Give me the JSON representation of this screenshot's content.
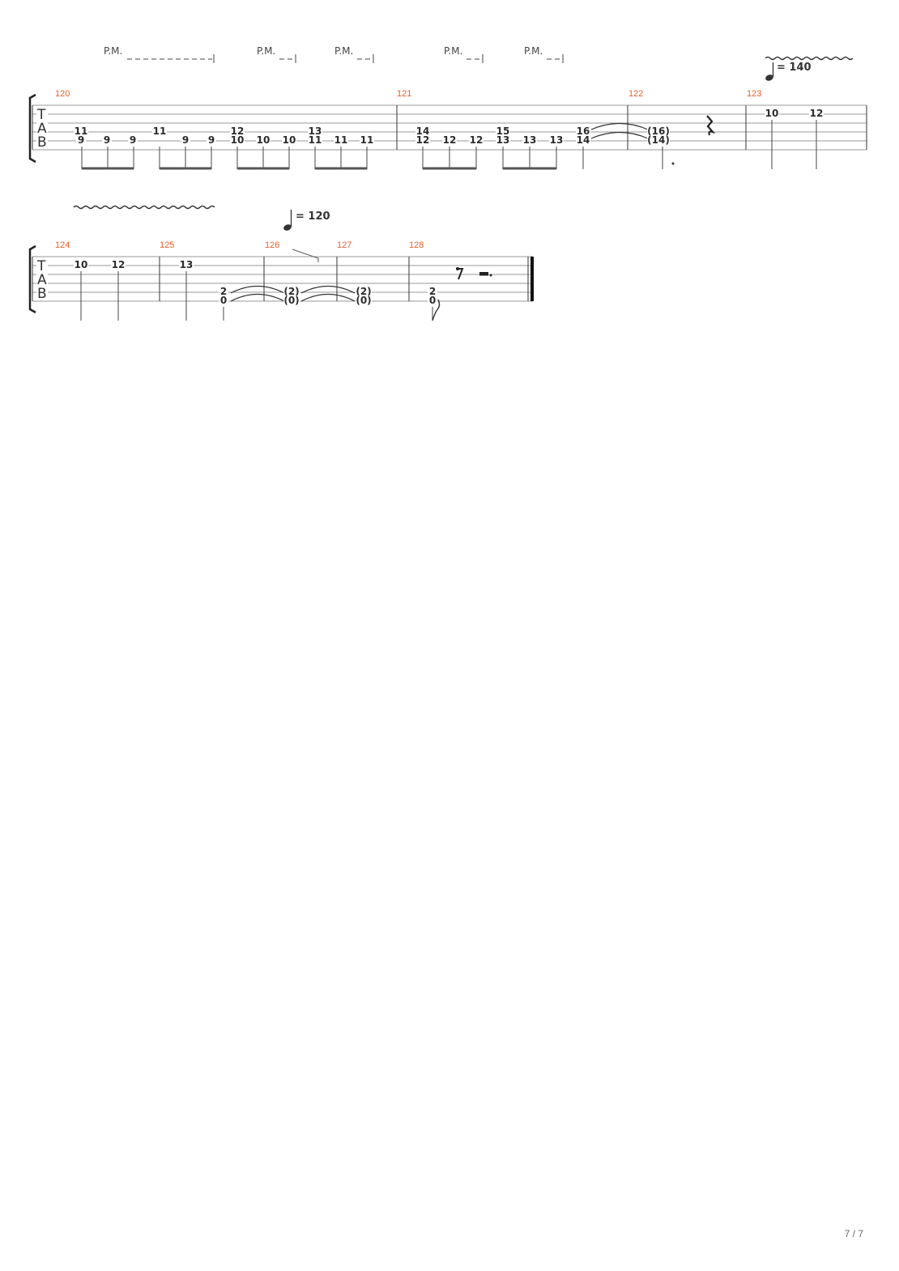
{
  "page": {
    "number": "7 / 7"
  },
  "tab_clef": [
    "T",
    "A",
    "B"
  ],
  "system1": {
    "palm_mute_label": "P.M.",
    "measures": [
      "120",
      "121",
      "122",
      "123"
    ],
    "tempo": "= 140",
    "notes_m120": {
      "top": [
        "11",
        "11",
        "12",
        "13"
      ],
      "bottom": [
        "9",
        "9",
        "9",
        "9",
        "9",
        "10",
        "10",
        "10",
        "11",
        "11",
        "11"
      ]
    },
    "notes_m121": {
      "top": [
        "14",
        "15",
        "16"
      ],
      "bottom": [
        "12",
        "12",
        "12",
        "13",
        "13",
        "13",
        "14"
      ]
    },
    "notes_m122": {
      "top": "(16)",
      "bottom": "(14)"
    },
    "notes_m123": [
      "10",
      "12"
    ]
  },
  "system2": {
    "measures": [
      "124",
      "125",
      "126",
      "127",
      "128"
    ],
    "tempo": "= 120",
    "notes_m124": [
      "10",
      "12"
    ],
    "notes_m125": [
      "13"
    ],
    "notes_m126": {
      "top": "2",
      "bottom": "0",
      "tie_top": "(2)",
      "tie_bottom": "(0)"
    },
    "notes_m127": {
      "tie_top": "(2)",
      "tie_bottom": "(0)"
    },
    "notes_m128": {
      "top": "2",
      "bottom": "0"
    }
  }
}
